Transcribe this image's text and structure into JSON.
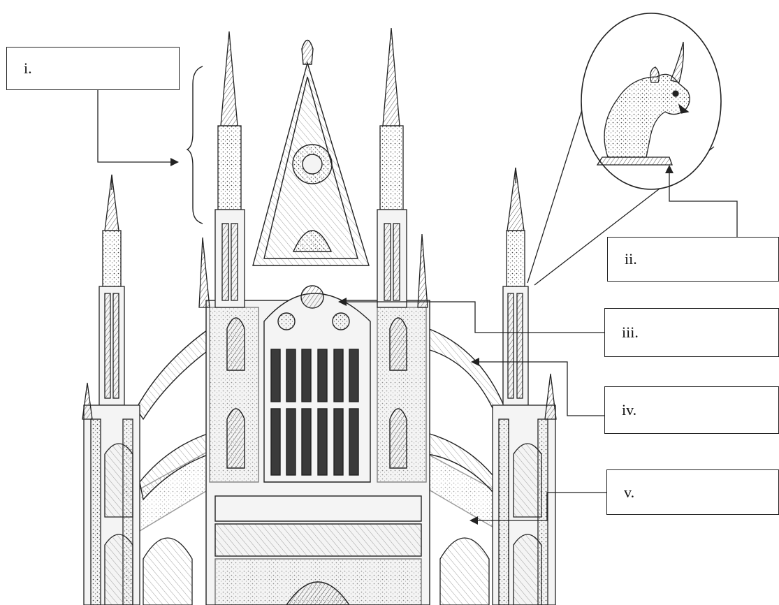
{
  "diagram": {
    "subject": "gothic-cathedral-facade",
    "detail_subject": "gargoyle",
    "labels": [
      {
        "id": "i",
        "text": "i."
      },
      {
        "id": "ii",
        "text": "ii."
      },
      {
        "id": "iii",
        "text": "iii."
      },
      {
        "id": "iv",
        "text": "iv."
      },
      {
        "id": "v",
        "text": "v."
      }
    ]
  },
  "colors": {
    "ink": "#222222",
    "stone_light": "#f4f4f4",
    "stone_mid": "#9a9a9a",
    "stone_dark": "#3a3a3a",
    "background": "#ffffff"
  }
}
